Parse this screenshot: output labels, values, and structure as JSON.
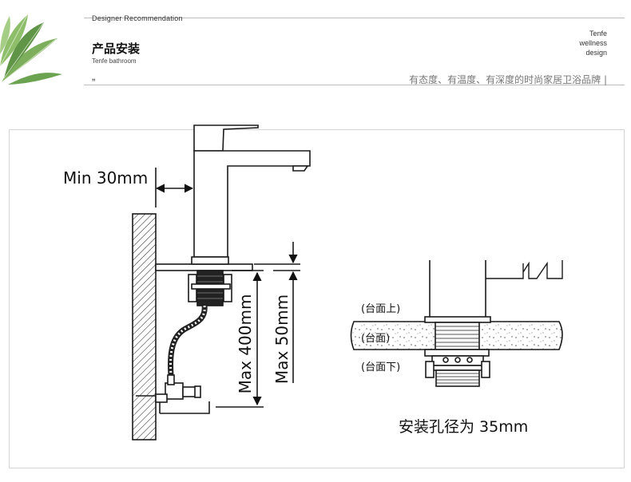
{
  "header": {
    "kicker": "Designer Recommendation",
    "title": "产品安装",
    "subtitle": "Tenfe bathroom",
    "quote_mark": "„",
    "brand_lines": [
      "Tenfe",
      "wellness",
      "design"
    ],
    "slogan": "有态度、有温度、有深度的时尚家居卫浴品牌 |"
  },
  "diagram": {
    "min_label": "Min 30mm",
    "max400_label": "Max 400mm",
    "max50_label": "Max 50mm",
    "above_label": "(台面上)",
    "counter_label": "(台面)",
    "below_label": "(台面下)",
    "hole_label": "安装孔径为 35mm"
  },
  "colors": {
    "line": "#1a1a1a",
    "leaf": "#6fa64a",
    "slogan": "#777777"
  }
}
